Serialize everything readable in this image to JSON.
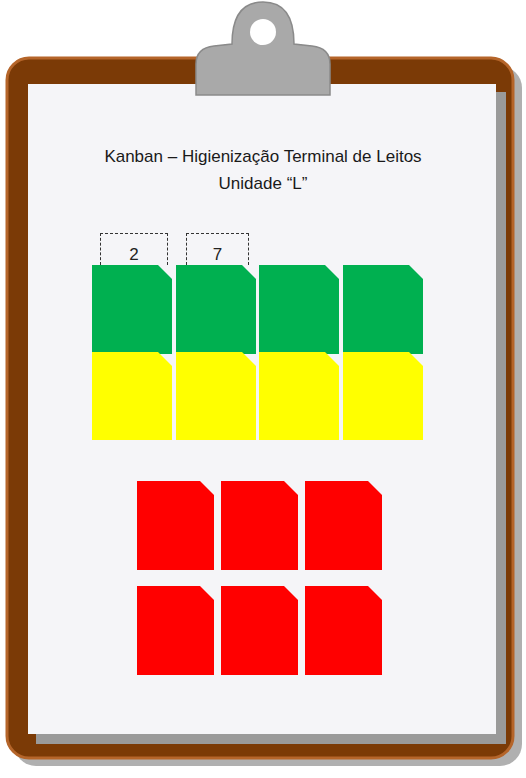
{
  "diagram": {
    "title": "Kanban – Higienização Terminal de Leitos",
    "nodes": [
      {
        "text": [
          "2"
        ]
      },
      {
        "text": [
          "7"
        ]
      }
    ],
    "labels": [
      "Unidade “L”"
    ]
  }
}
